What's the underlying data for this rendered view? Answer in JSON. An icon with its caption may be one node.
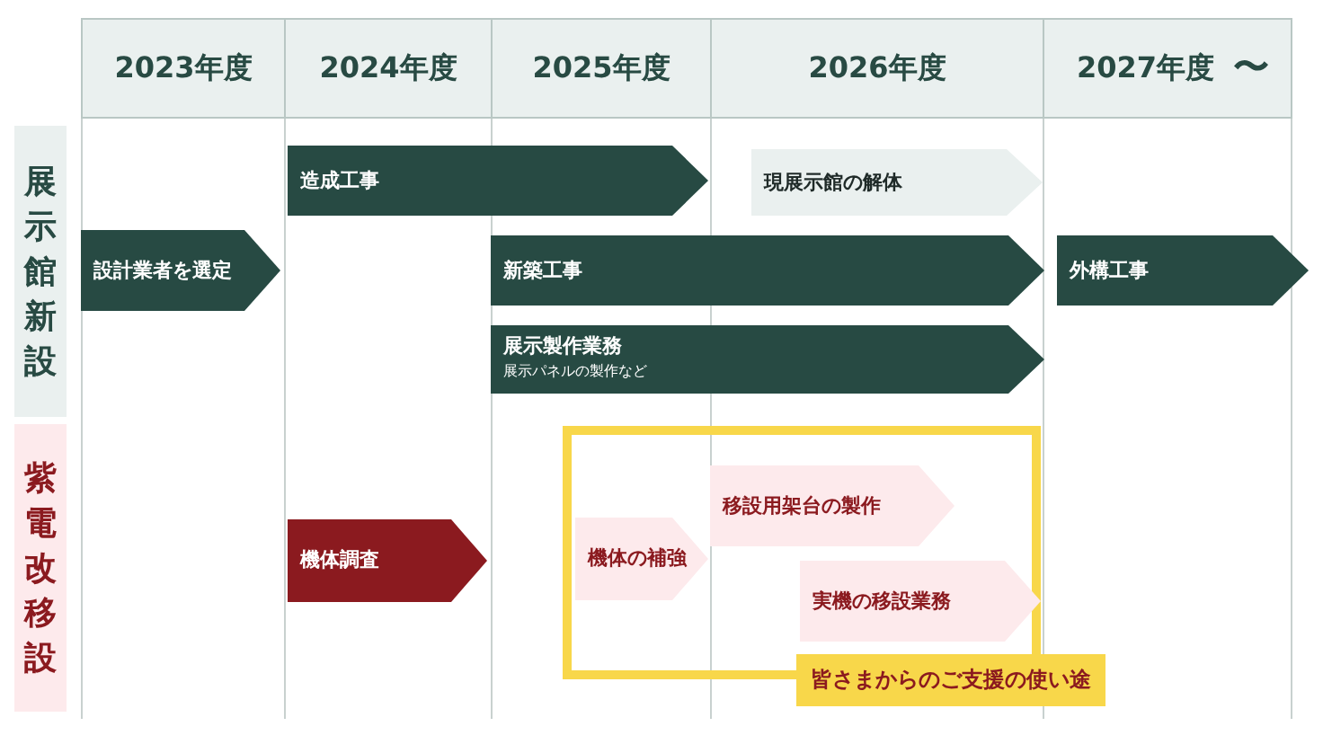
{
  "diagram": {
    "nodes": [
      {
        "text": [
          "展示館新設"
        ]
      },
      {
        "text": [
          "紫電改移設"
        ]
      },
      {
        "text": [
          "設計業者を選定"
        ]
      },
      {
        "text": [
          "造成工事"
        ]
      },
      {
        "text": [
          "現展示館の解体"
        ]
      },
      {
        "text": [
          "新築工事"
        ]
      },
      {
        "text": [
          "外構工事"
        ]
      },
      {
        "text": [
          "展示製作業務",
          "展示パネルの製作など"
        ]
      },
      {
        "text": [
          "機体調査"
        ]
      },
      {
        "text": [
          "皆さまからのご支援の使い途"
        ]
      },
      {
        "text": [
          "機体の補強"
        ],
        "in": 9
      },
      {
        "text": [
          "移設用架台の製作"
        ],
        "in": 9
      },
      {
        "text": [
          "実機の移設業務"
        ],
        "in": 9
      }
    ],
    "edges": [],
    "labels": [
      "2023年度",
      "2024年度",
      "2025年度",
      "2026年度",
      "2027年度",
      "〜"
    ]
  }
}
